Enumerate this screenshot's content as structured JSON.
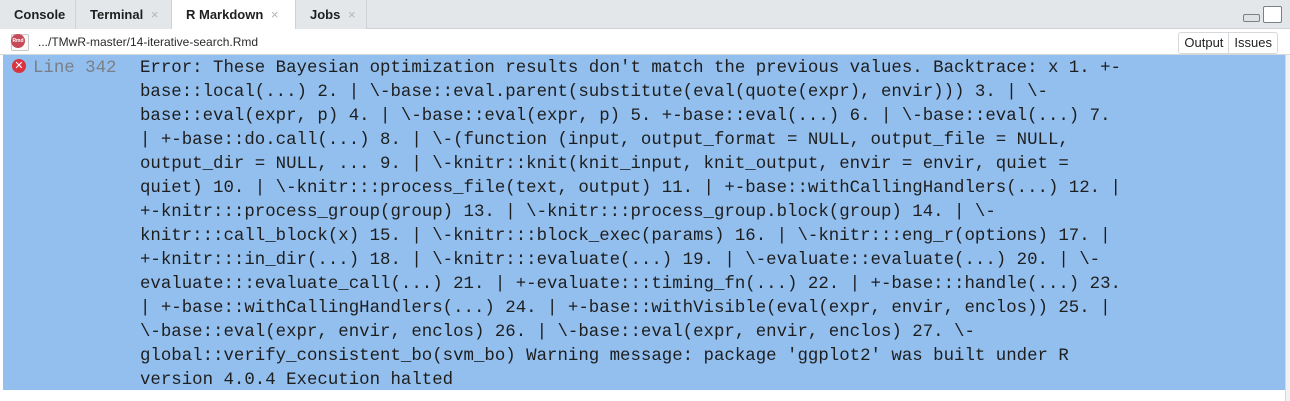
{
  "tabs": [
    {
      "label": "Console",
      "closable": false,
      "active": false
    },
    {
      "label": "Terminal",
      "closable": true,
      "active": false
    },
    {
      "label": "R Markdown",
      "closable": true,
      "active": true
    },
    {
      "label": "Jobs",
      "closable": true,
      "active": false
    }
  ],
  "tab_close_glyph": "×",
  "file": {
    "icon": "rmd-file-icon",
    "icon_text": "Rmd",
    "path": ".../TMwR-master/14-iterative-search.Rmd"
  },
  "view_toggle": {
    "output_label": "Output",
    "issues_label": "Issues"
  },
  "error": {
    "icon": "error-icon",
    "icon_glyph": "✕",
    "line_label": "Line 342",
    "message_lines": [
      "Error: These Bayesian optimization results don't match the previous values. Backtrace: x 1. +-",
      "base::local(...) 2. | \\-base::eval.parent(substitute(eval(quote(expr), envir))) 3. | \\-",
      "base::eval(expr, p) 4. | \\-base::eval(expr, p) 5. +-base::eval(...) 6. | \\-base::eval(...) 7.",
      "| +-base::do.call(...) 8. | \\-(function (input, output_format = NULL, output_file = NULL,",
      "output_dir = NULL, ... 9. | \\-knitr::knit(knit_input, knit_output, envir = envir, quiet =",
      "quiet) 10. | \\-knitr:::process_file(text, output) 11. | +-base::withCallingHandlers(...) 12. |",
      "+-knitr:::process_group(group) 13. | \\-knitr:::process_group.block(group) 14. | \\-",
      "knitr:::call_block(x) 15. | \\-knitr:::block_exec(params) 16. | \\-knitr:::eng_r(options) 17. |",
      "+-knitr:::in_dir(...) 18. | \\-knitr:::evaluate(...) 19. | \\-evaluate::evaluate(...) 20. | \\-",
      "evaluate:::evaluate_call(...) 21. | +-evaluate:::timing_fn(...) 22. | +-base:::handle(...) 23.",
      "| +-base::withCallingHandlers(...) 24. | +-base::withVisible(eval(expr, envir, enclos)) 25. |",
      "\\-base::eval(expr, envir, enclos) 26. | \\-base::eval(expr, envir, enclos) 27. \\-",
      "global::verify_consistent_bo(svm_bo) Warning message: package 'ggplot2' was built under R",
      "version 4.0.4 Execution halted"
    ]
  }
}
